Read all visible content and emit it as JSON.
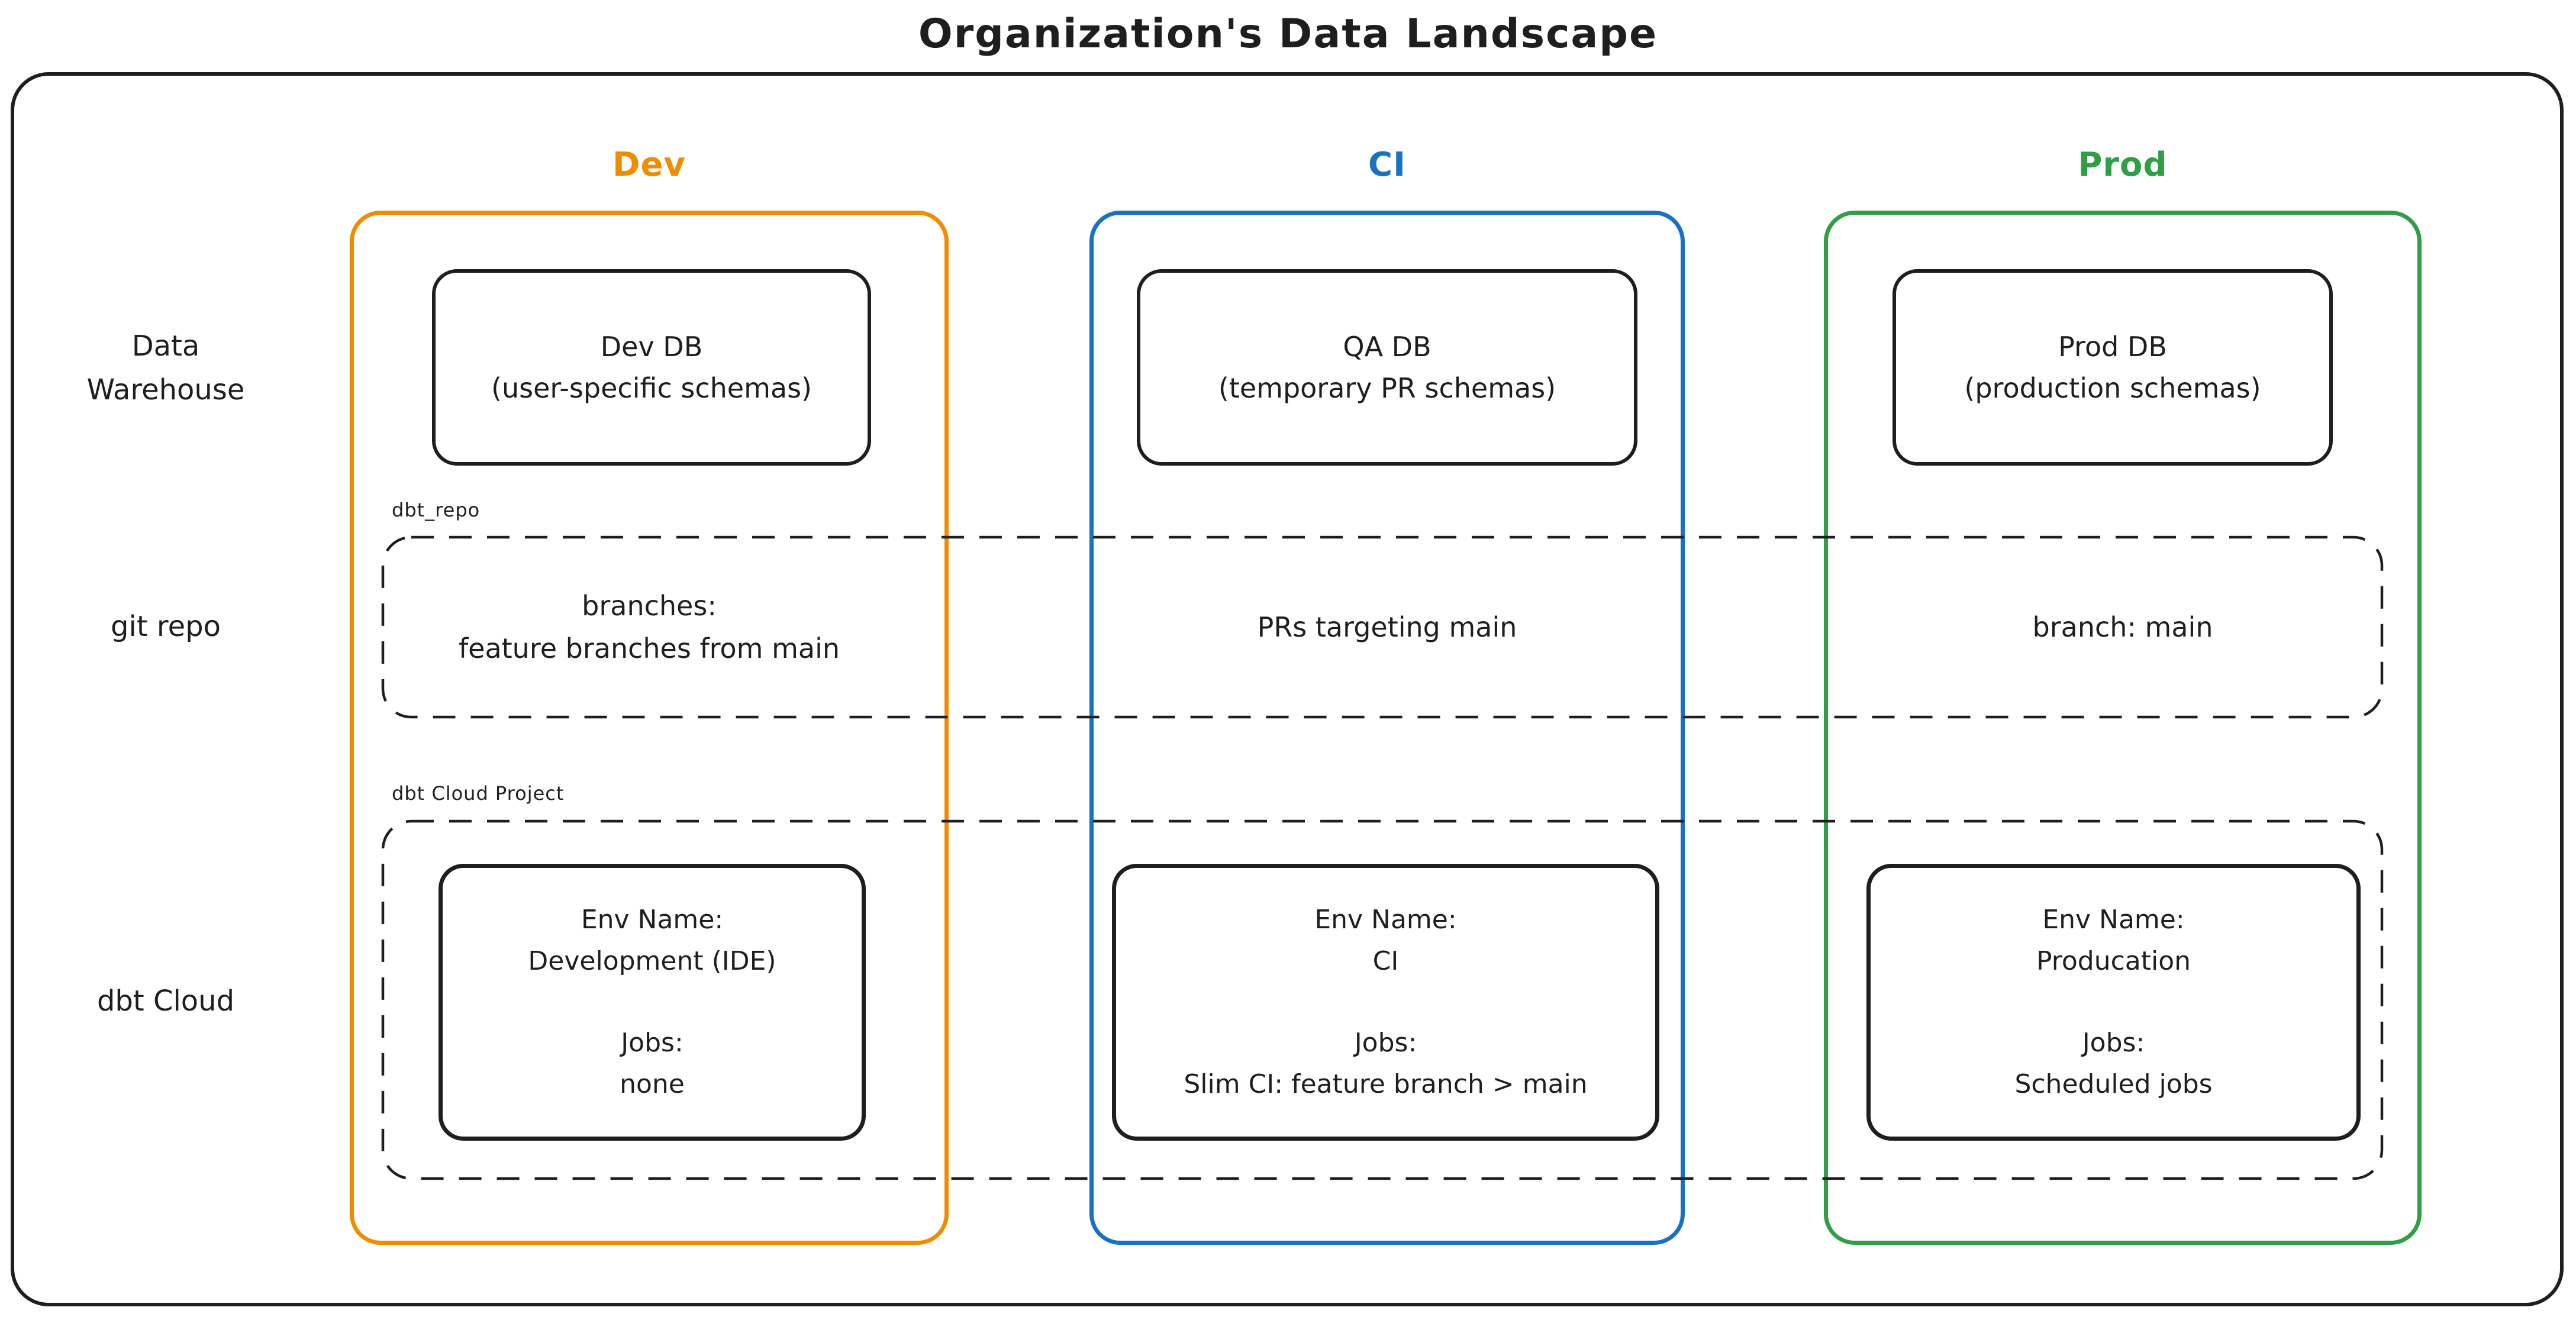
{
  "title": "Organization's Data Landscape",
  "colors": {
    "dev": "#f08c00",
    "ci": "#1971c2",
    "prod": "#2f9e44",
    "ink": "#1e1e1e"
  },
  "row_labels": {
    "warehouse_line1": "Data",
    "warehouse_line2": "Warehouse",
    "repo": "git repo",
    "cloud": "dbt Cloud"
  },
  "band_labels": {
    "repo": "dbt_repo",
    "cloud": "dbt Cloud Project"
  },
  "columns": [
    {
      "header": "Dev",
      "db": {
        "line1": "Dev DB",
        "line2": "(user-specific schemas)"
      },
      "repo": {
        "line1": "branches:",
        "line2": "feature branches from main"
      },
      "cloud": {
        "env_label": "Env Name:",
        "env_value": "Development (IDE)",
        "jobs_label": "Jobs:",
        "jobs_value": "none"
      }
    },
    {
      "header": "CI",
      "db": {
        "line1": "QA DB",
        "line2": "(temporary PR schemas)"
      },
      "repo": {
        "line1": "PRs targeting main"
      },
      "cloud": {
        "env_label": "Env Name:",
        "env_value": "CI",
        "jobs_label": "Jobs:",
        "jobs_value": "Slim CI: feature branch > main"
      }
    },
    {
      "header": "Prod",
      "db": {
        "line1": "Prod DB",
        "line2": "(production schemas)"
      },
      "repo": {
        "line1": "branch: main"
      },
      "cloud": {
        "env_label": "Env Name:",
        "env_value": "Producation",
        "jobs_label": "Jobs:",
        "jobs_value": "Scheduled jobs"
      }
    }
  ]
}
